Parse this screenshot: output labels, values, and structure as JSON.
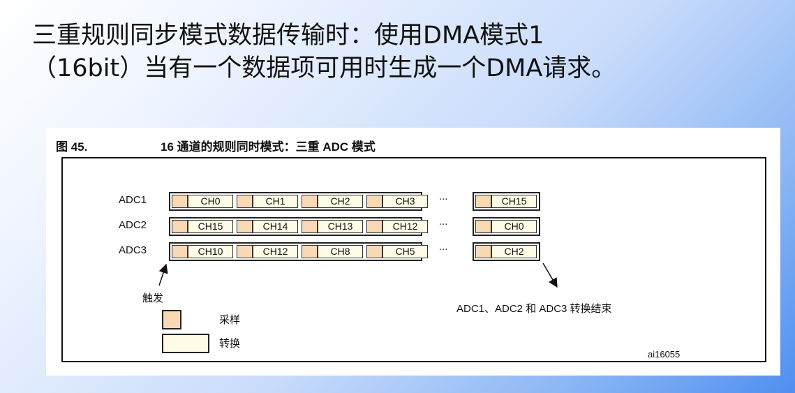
{
  "slide": {
    "title_line1": "三重规则同步模式数据传输时：使用DMA模式1",
    "title_line2": "（16bit）当有一个数据项可用时生成一个DMA请求。"
  },
  "figure": {
    "number": "图 45.",
    "caption": "16 通道的规则同时模式：三重 ADC 模式",
    "rows": [
      {
        "label": "ADC1",
        "channels": [
          "CH0",
          "CH1",
          "CH2",
          "CH3"
        ],
        "last": "CH15"
      },
      {
        "label": "ADC2",
        "channels": [
          "CH15",
          "CH14",
          "CH13",
          "CH12"
        ],
        "last": "CH0"
      },
      {
        "label": "ADC3",
        "channels": [
          "CH10",
          "CH12",
          "CH8",
          "CH5"
        ],
        "last": "CH2"
      }
    ],
    "ellipsis": "···",
    "trigger_label": "触发",
    "end_label": "ADC1、ADC2 和 ADC3 转换结束",
    "legend": {
      "sample": "采样",
      "conversion": "转换"
    },
    "figure_id": "ai16055"
  },
  "colors": {
    "sample_fill": "#f8d9b6",
    "conversion_fill": "#fffbe6",
    "frame": "#111111"
  }
}
